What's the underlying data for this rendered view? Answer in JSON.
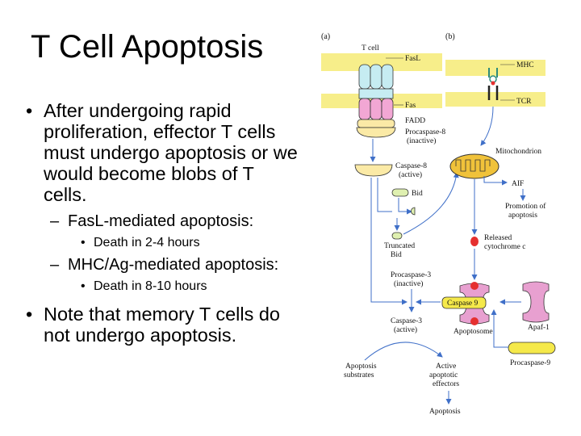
{
  "slide": {
    "title": "T Cell Apoptosis",
    "bullets": [
      {
        "level": 1,
        "text": "After undergoing rapid proliferation, effector T cells must undergo apoptosis or we would become blobs of T cells."
      },
      {
        "level": 2,
        "text": "FasL-mediated apoptosis:"
      },
      {
        "level": 3,
        "text": "Death in 2-4 hours"
      },
      {
        "level": 2,
        "text": "MHC/Ag-mediated apoptosis:"
      },
      {
        "level": 3,
        "text": "Death in 8-10 hours"
      },
      {
        "level": 1,
        "text": "Note that memory T cells do not undergo apoptosis."
      }
    ],
    "markers": {
      "level1": "•",
      "level2": "–",
      "level3": "•"
    }
  },
  "diagram": {
    "panel_a": "(a)",
    "panel_b": "(b)",
    "t_cell": "T cell",
    "fasl": "FasL",
    "fas": "Fas",
    "fadd": "FADD",
    "procaspase8": [
      "Procaspase-8",
      "(inactive)"
    ],
    "caspase8": [
      "Caspase-8",
      "(active)"
    ],
    "bid": "Bid",
    "truncated_bid": [
      "Truncated",
      "Bid"
    ],
    "procaspase3": [
      "Procaspase-3",
      "(inactive)"
    ],
    "caspase3": [
      "Caspase-3",
      "(active)"
    ],
    "apoptosis_substrates": [
      "Apoptosis",
      "substrates"
    ],
    "active_effectors": [
      "Active",
      "apoptotic",
      "effectors"
    ],
    "apoptosis": "Apoptosis",
    "mhc": "MHC",
    "tcr": "TCR",
    "mitochondrion": "Mitochondrion",
    "aif": "AIF",
    "promotion": [
      "Promotion of",
      "apoptosis"
    ],
    "cytochrome": [
      "Released",
      "cytochrome c"
    ],
    "caspase9": "Caspase 9",
    "apoptosome": "Apoptosome",
    "apaf1": "Apaf-1",
    "procaspase9": "Procaspase-9",
    "colors": {
      "membrane": "#f7ee8a",
      "fasl": "#c6ecf2",
      "fas": "#f2a7d4",
      "fadd": "#fbe9a6",
      "caspase": "#fbeaa6",
      "arrow": "#3f6fc8",
      "cytochrome": "#e53030",
      "apaf": "#e8a0d0",
      "caspase9": "#f5e94a",
      "mitochondrion": "#f0c23a",
      "mhc": "#2e8b7a"
    }
  }
}
